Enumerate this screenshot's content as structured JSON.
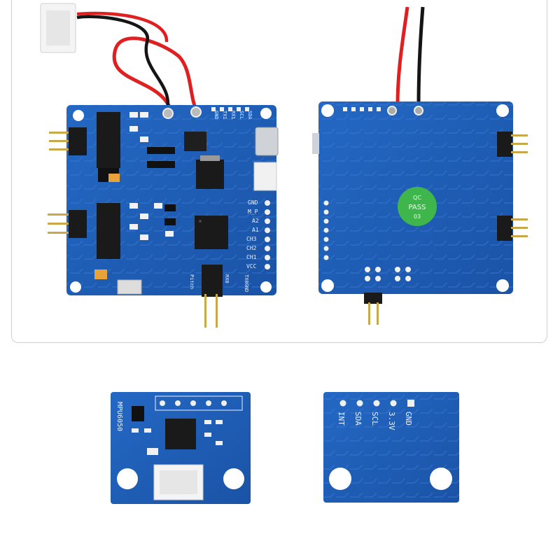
{
  "colors": {
    "board_blue": "#1f5fb8",
    "board_blue_dark": "#17489a",
    "wire_red": "#e02020",
    "wire_black": "#151515",
    "qc_sticker": "#3fb64b",
    "gold_pin": "#c9a84a"
  },
  "controller_front": {
    "pin_labels": [
      "GND",
      "M_P",
      "A2",
      "A1",
      "CH3",
      "CH2",
      "CH1",
      "VCC"
    ],
    "top_labels": [
      "SDA",
      "SCL",
      "RX1",
      "TX1",
      "GND"
    ],
    "bottom_labels": [
      "TX0GND",
      "RX0",
      "Pitch"
    ]
  },
  "controller_back": {
    "qc_sticker": {
      "line1": "QC",
      "line2": "PASS",
      "line3": "03"
    }
  },
  "sensor_front": {
    "chip_label": "MPU6050"
  },
  "sensor_back": {
    "pin_labels": [
      "INT",
      "SDA",
      "SCL",
      "3.3V",
      "GND"
    ]
  }
}
